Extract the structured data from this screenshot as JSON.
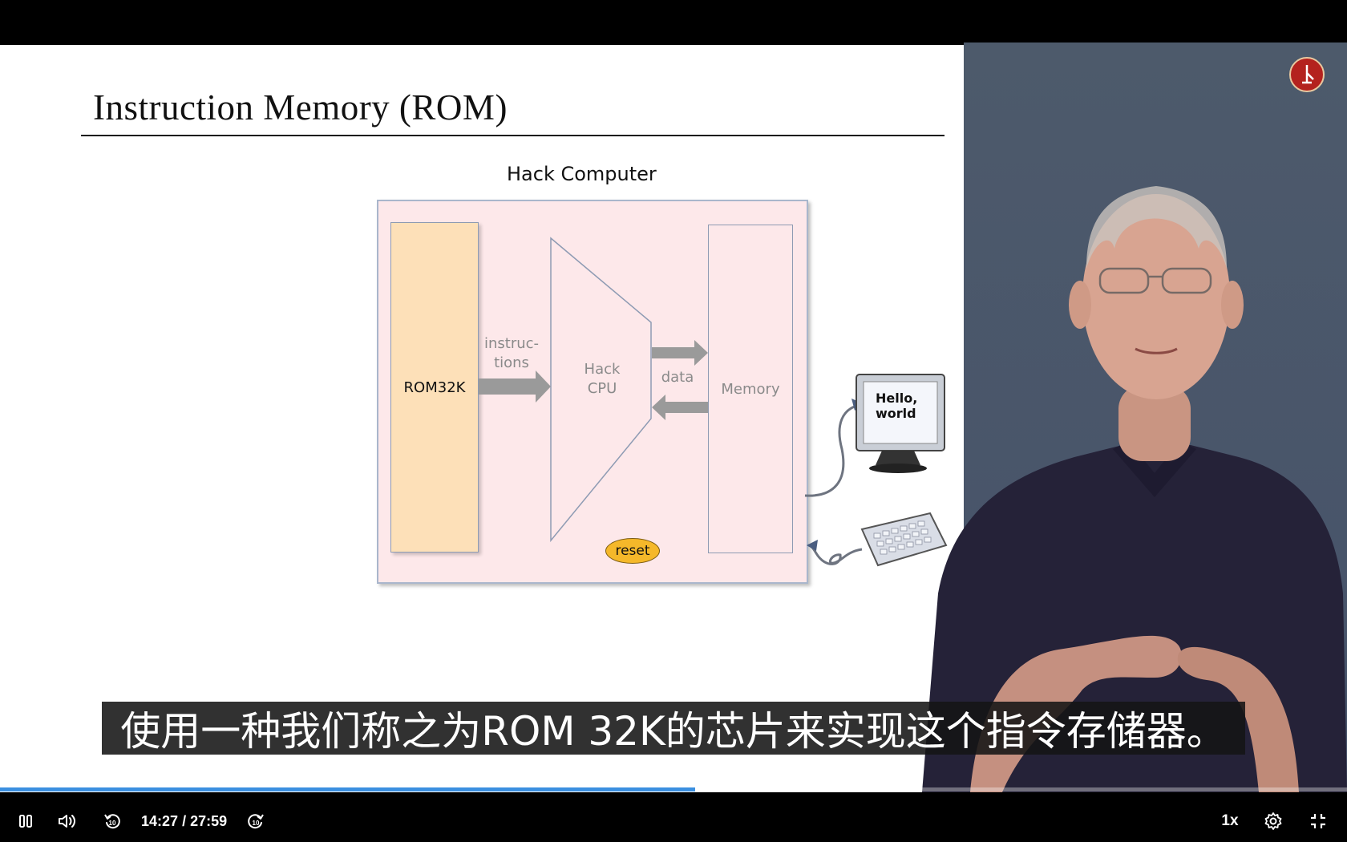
{
  "player": {
    "elapsed": "14:27",
    "separator": "/",
    "duration": "27:59",
    "speed_label": "1x",
    "progress_fraction": 0.516,
    "accent_color": "#3b8fe0"
  },
  "slide": {
    "title": "Instruction Memory (ROM)",
    "diagram": {
      "title": "Hack Computer",
      "rom_label": "ROM32K",
      "instructions_label_line1": "instruc-",
      "instructions_label_line2": "tions",
      "cpu_label_line1": "Hack",
      "cpu_label_line2": "CPU",
      "data_label": "data",
      "memory_label": "Memory",
      "reset_label": "reset",
      "monitor_text_line1": "Hello,",
      "monitor_text_line2": "world"
    }
  },
  "subtitle": "使用一种我们称之为ROM 32K的芯片来实现这个指令存储器。",
  "icons": {
    "play_pause": "pause-icon",
    "volume": "volume-icon",
    "rewind": "rewind-10-icon",
    "forward": "forward-10-icon",
    "settings": "gear-icon",
    "fullscreen": "fullscreen-exit-icon",
    "logo": "channel-logo-icon"
  }
}
